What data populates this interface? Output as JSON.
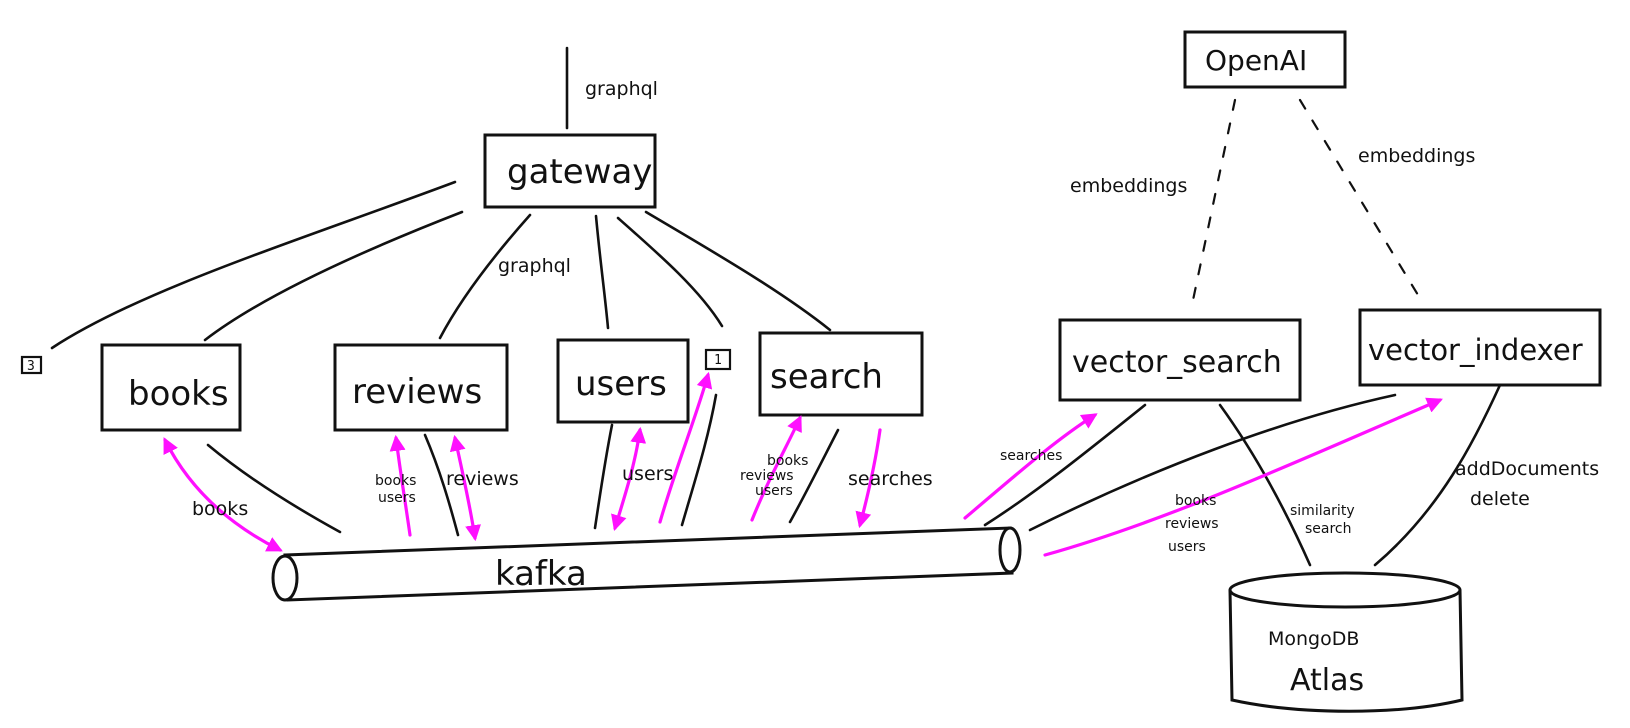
{
  "nodes": {
    "openai": "OpenAI",
    "gateway": "gateway",
    "books": "books",
    "reviews": "reviews",
    "users": "users",
    "search": "search",
    "vector_search": "vector_search",
    "vector_indexer": "vector_indexer",
    "kafka": "kafka",
    "mongodb_line1": "MongoDB",
    "mongodb_line2": "Atlas"
  },
  "edge_labels": {
    "graphql_top": "graphql",
    "graphql_mid": "graphql",
    "embeddings_left": "embeddings",
    "embeddings_right": "embeddings",
    "books_topic": "books",
    "reviews_in_1": "books",
    "reviews_in_2": "users",
    "reviews_topic": "reviews",
    "users_topic": "users",
    "search_in_1": "books",
    "search_in_2": "reviews",
    "search_in_3": "users",
    "searches_topic": "searches",
    "vs_searches": "searches",
    "vi_in_1": "books",
    "vi_in_2": "reviews",
    "vi_in_3": "users",
    "similarity_1": "similarity",
    "similarity_2": "search",
    "add_documents": "addDocuments",
    "delete": "delete"
  },
  "small_boxes": {
    "left": "3",
    "right": "1"
  },
  "colors": {
    "ink": "#111111",
    "arrow": "#ff10ff"
  }
}
